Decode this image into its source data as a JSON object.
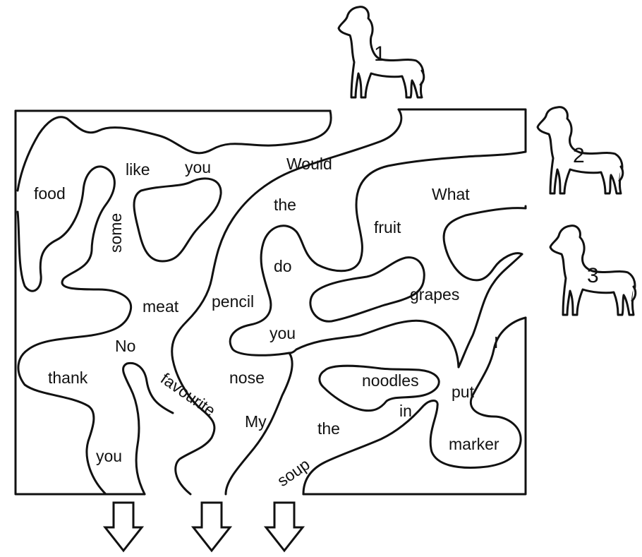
{
  "maze": {
    "words": [
      {
        "id": "food",
        "text": "food"
      },
      {
        "id": "some",
        "text": "some"
      },
      {
        "id": "like",
        "text": "like"
      },
      {
        "id": "you1",
        "text": "you"
      },
      {
        "id": "would",
        "text": "Would"
      },
      {
        "id": "the1",
        "text": "the"
      },
      {
        "id": "what",
        "text": "What"
      },
      {
        "id": "fruit",
        "text": "fruit"
      },
      {
        "id": "do",
        "text": "do"
      },
      {
        "id": "meat",
        "text": "meat"
      },
      {
        "id": "pencil",
        "text": "pencil"
      },
      {
        "id": "grapes",
        "text": "grapes"
      },
      {
        "id": "you2",
        "text": "you"
      },
      {
        "id": "i",
        "text": "I"
      },
      {
        "id": "no",
        "text": "No"
      },
      {
        "id": "thank",
        "text": "thank"
      },
      {
        "id": "favourite",
        "text": "favourite"
      },
      {
        "id": "nose",
        "text": "nose"
      },
      {
        "id": "noodles",
        "text": "noodles"
      },
      {
        "id": "put",
        "text": "put"
      },
      {
        "id": "my",
        "text": "My"
      },
      {
        "id": "the2",
        "text": "the"
      },
      {
        "id": "in",
        "text": "in"
      },
      {
        "id": "you3",
        "text": "you"
      },
      {
        "id": "soup",
        "text": "soup"
      },
      {
        "id": "marker",
        "text": "marker"
      }
    ]
  },
  "dogs": [
    {
      "label": "1"
    },
    {
      "label": "2"
    },
    {
      "label": "3"
    }
  ],
  "exits": [
    {
      "icon": "down-arrow-icon"
    },
    {
      "icon": "down-arrow-icon"
    },
    {
      "icon": "down-arrow-icon"
    }
  ]
}
